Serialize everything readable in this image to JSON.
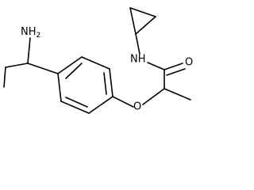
{
  "labels": {
    "amine": "NH",
    "amine_subscript": "2",
    "amide_nh": "NH",
    "carbonyl_o": "O",
    "ether_o": "O"
  }
}
